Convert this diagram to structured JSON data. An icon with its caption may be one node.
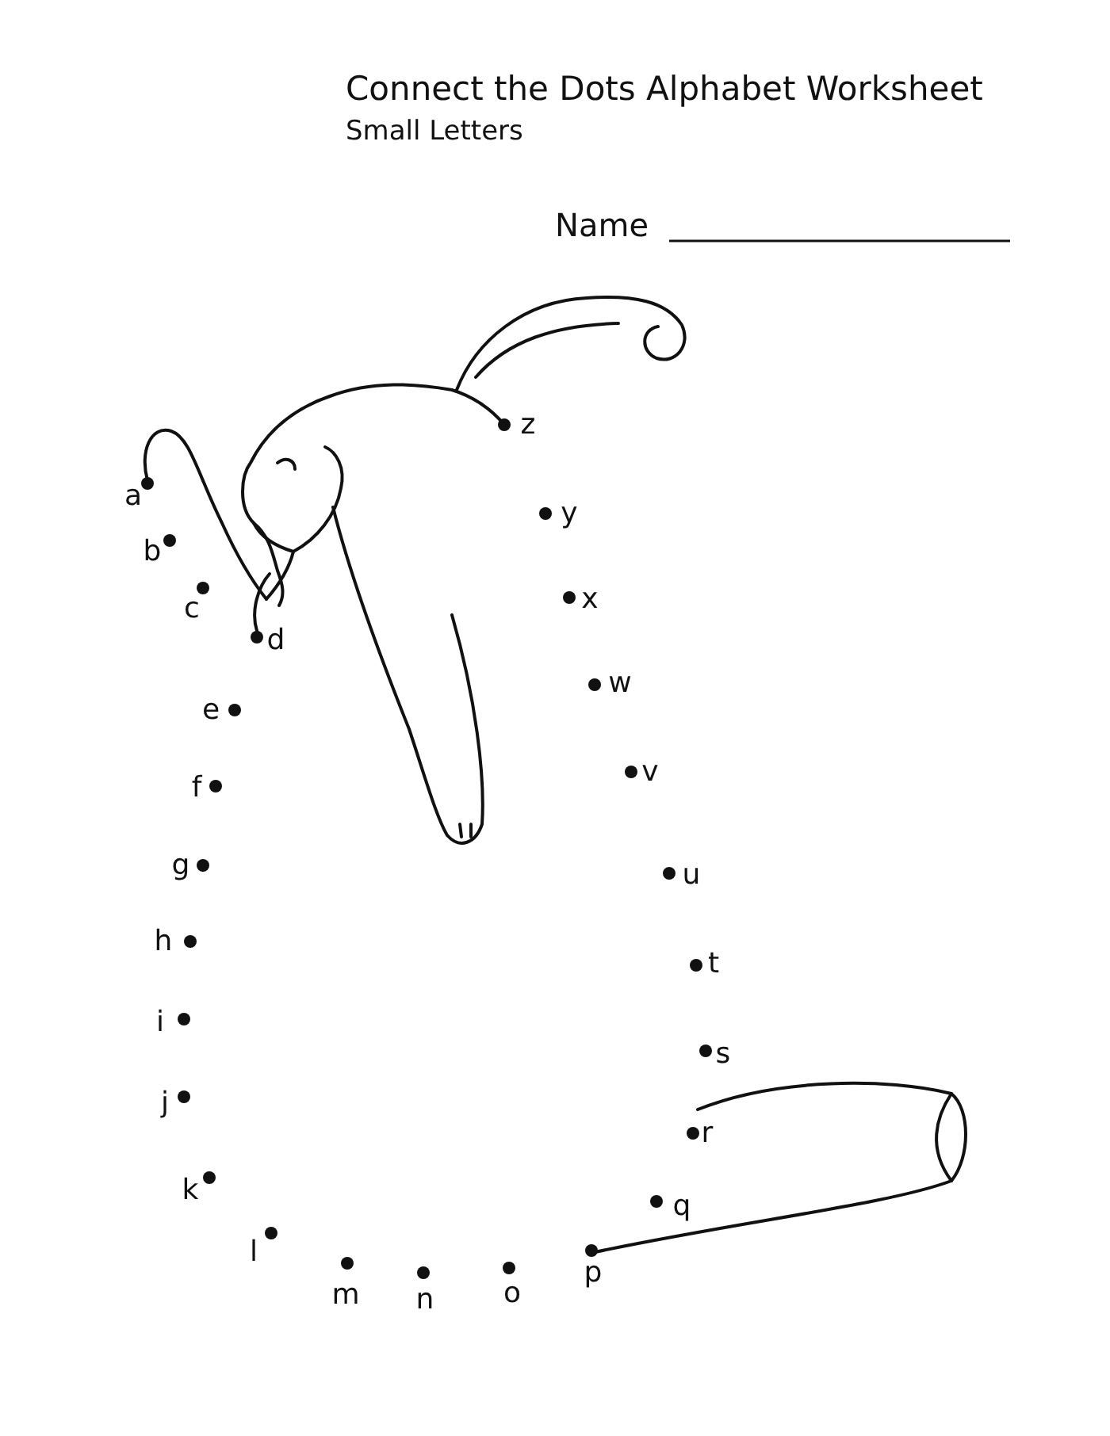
{
  "diagram": {
    "title": "Connect the Dots Alphabet Worksheet",
    "labels": [
      "Small Letters",
      "Name",
      "a",
      "b",
      "c",
      "d",
      "e",
      "f",
      "g",
      "h",
      "i",
      "j",
      "k",
      "l",
      "m",
      "n",
      "o",
      "p",
      "q",
      "r",
      "s",
      "t",
      "u",
      "v",
      "w",
      "x",
      "y",
      "z"
    ]
  }
}
